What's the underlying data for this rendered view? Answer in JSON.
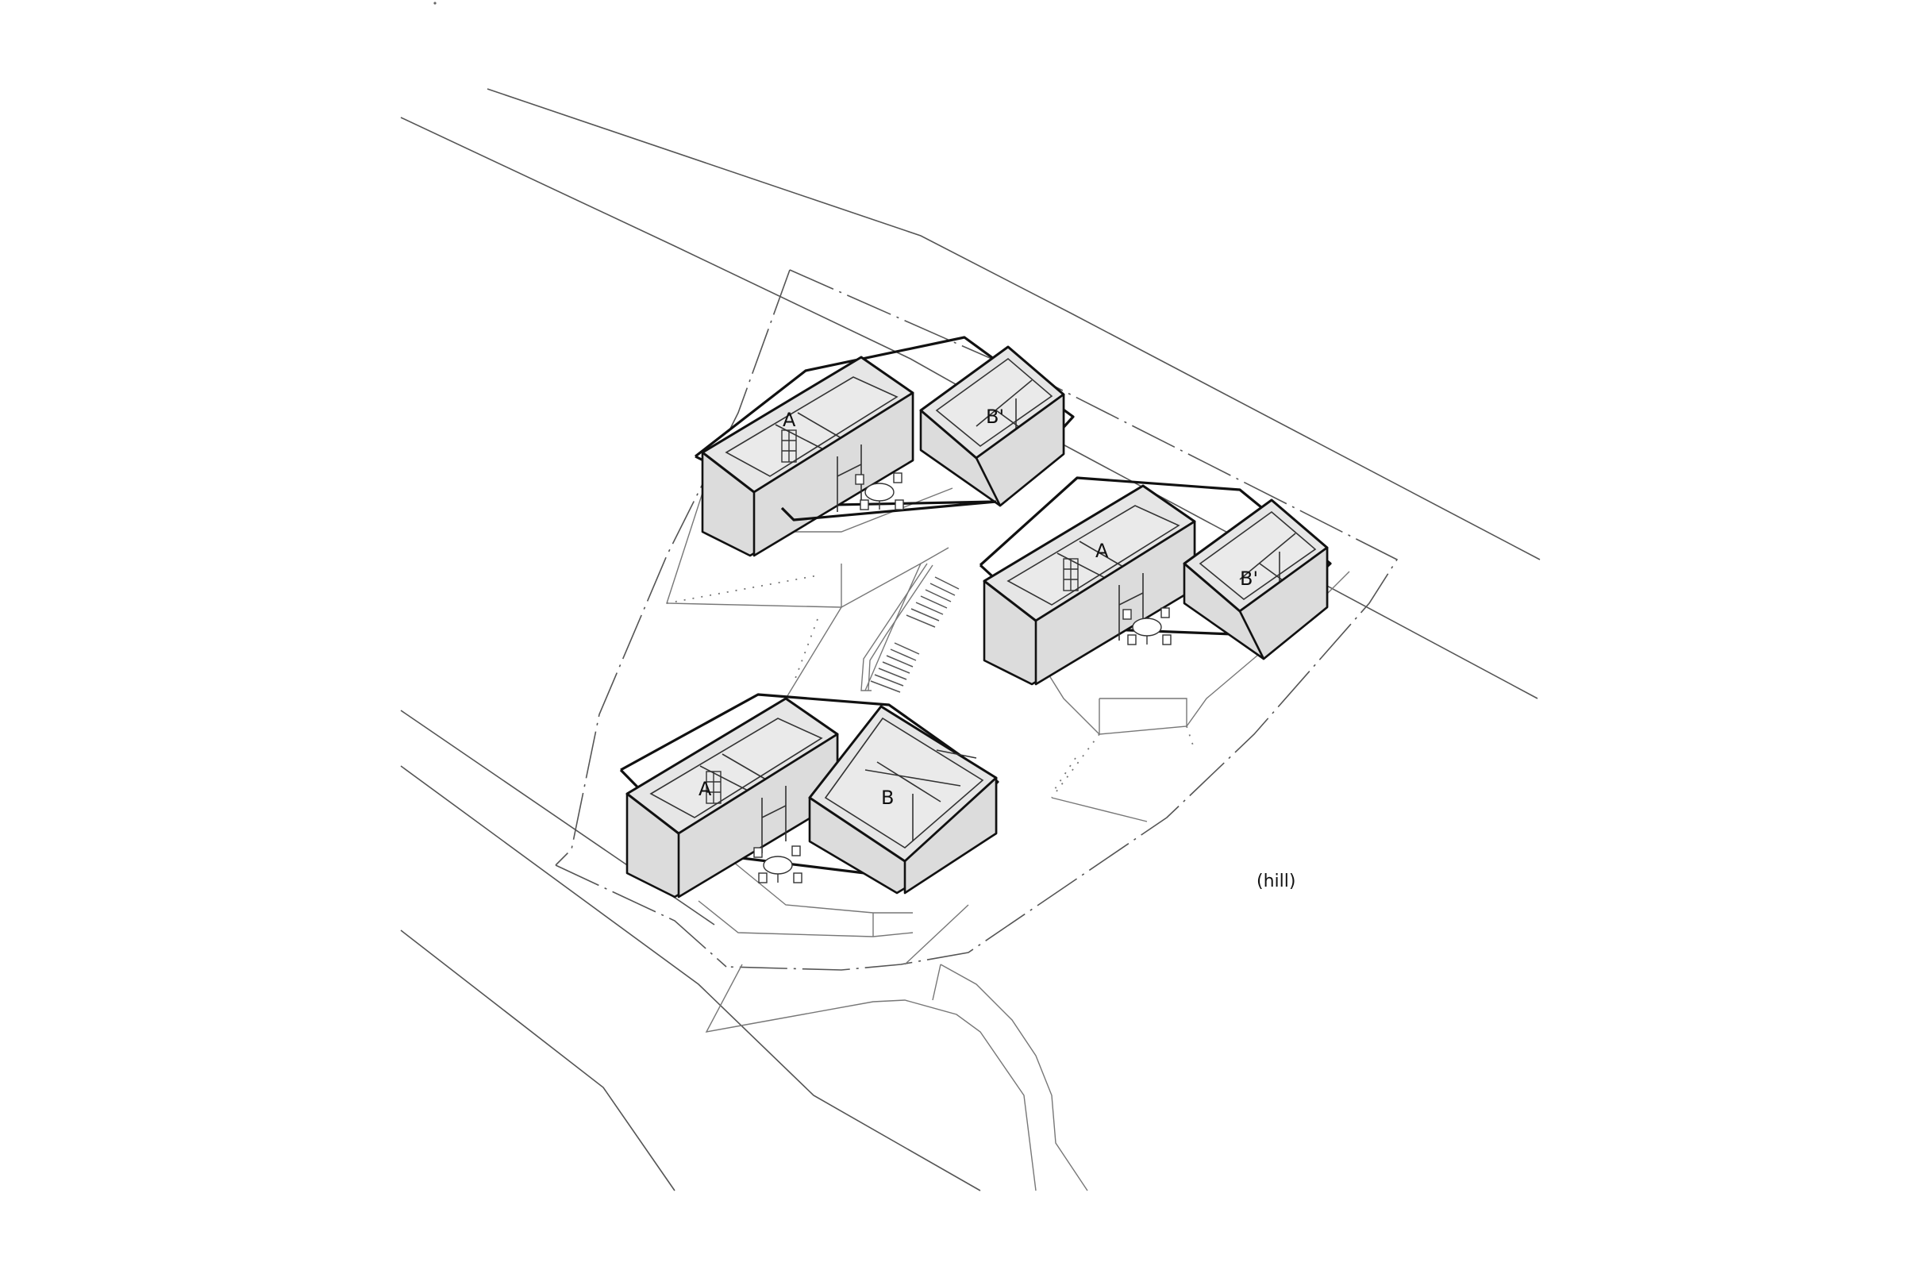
{
  "drawing": {
    "type": "axonometric site plan",
    "background": "#ffffff",
    "line_color": "#111111",
    "fill_gray": "#e6e6e6"
  },
  "clusters": [
    {
      "name": "upper-cluster",
      "units": [
        {
          "label": "A"
        },
        {
          "label": "B'"
        }
      ],
      "terrace": "round table with 4 chairs"
    },
    {
      "name": "middle-right-cluster",
      "units": [
        {
          "label": "A"
        },
        {
          "label": "B'"
        }
      ],
      "terrace": "round table with 4 chairs"
    },
    {
      "name": "lower-cluster",
      "units": [
        {
          "label": "A"
        },
        {
          "label": "B"
        }
      ],
      "terrace": "round table with 4 chairs"
    }
  ],
  "annotations": {
    "hill": "(hill)"
  },
  "features": {
    "stair": "exterior stair linking clusters",
    "road": "road edges along top and bottom-left"
  }
}
